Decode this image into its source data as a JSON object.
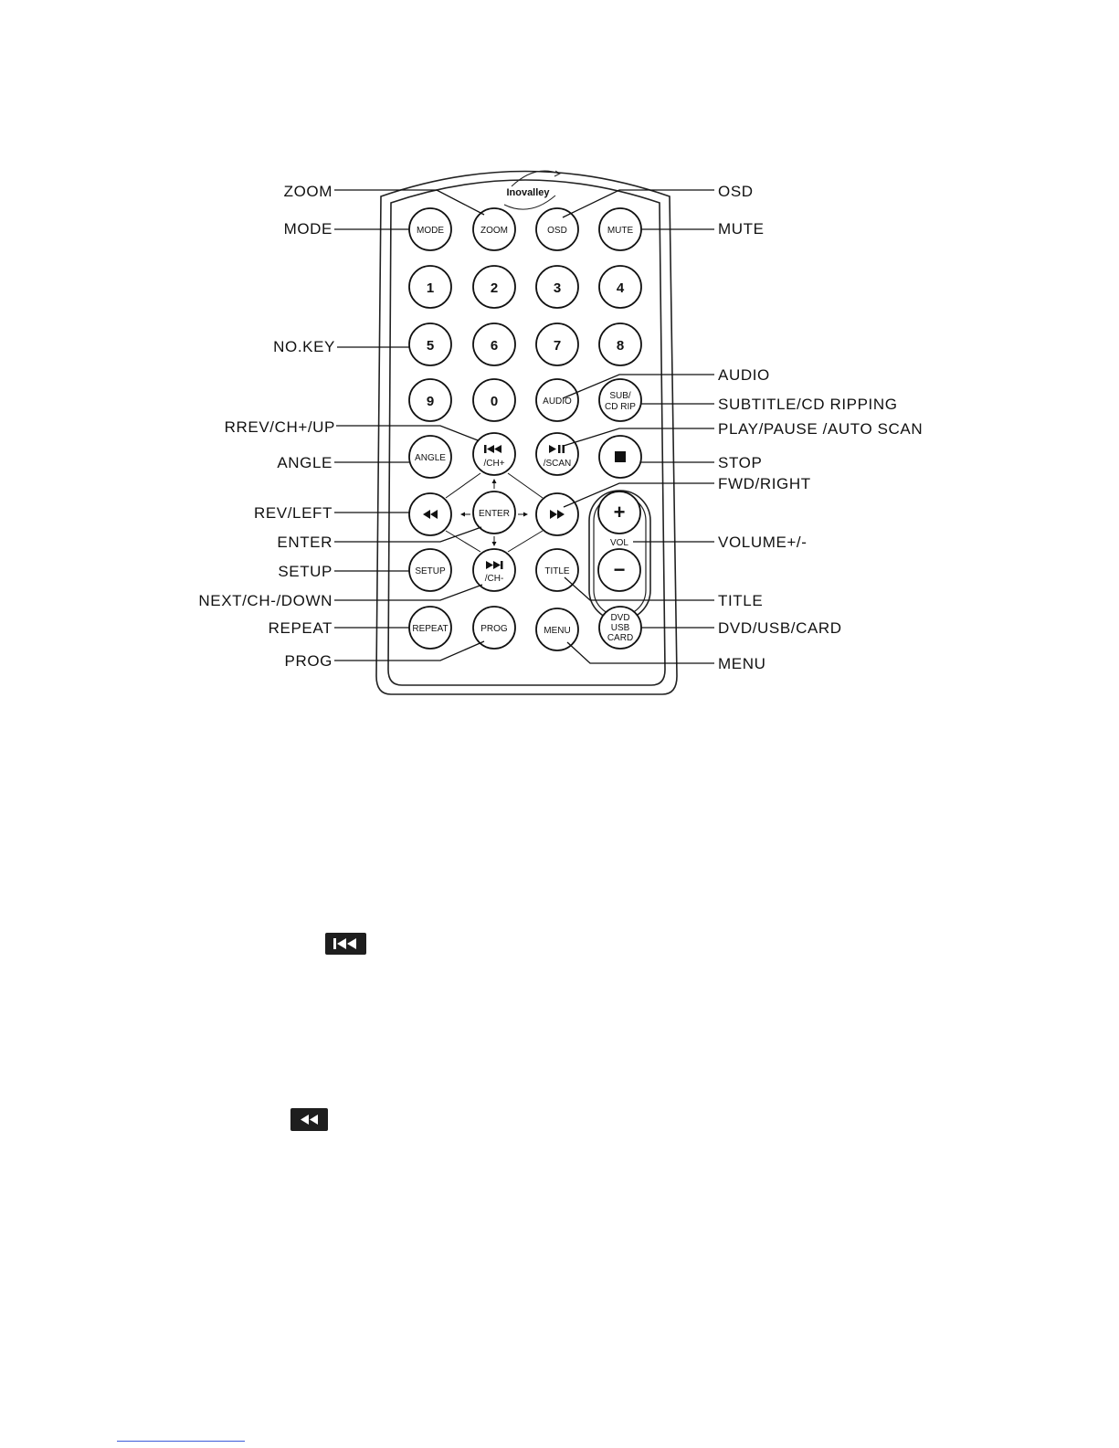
{
  "remote": {
    "brand": "Inovalley",
    "buttons": {
      "mode": "MODE",
      "zoom": "ZOOM",
      "osd": "OSD",
      "mute": "MUTE",
      "d1": "1",
      "d2": "2",
      "d3": "3",
      "d4": "4",
      "d5": "5",
      "d6": "6",
      "d7": "7",
      "d8": "8",
      "d9": "9",
      "d0": "0",
      "audio": "AUDIO",
      "sub_1": "SUB/",
      "sub_2": "CD RIP",
      "angle": "ANGLE",
      "prev_sub": "/CH+",
      "play_sub": "/SCAN",
      "enter": "ENTER",
      "setup": "SETUP",
      "next_sub": "/CH-",
      "title": "TITLE",
      "vol_plus": "+",
      "vol": "VOL",
      "vol_minus": "−",
      "repeat": "REPEAT",
      "prog": "PROG",
      "menu": "MENU",
      "src_1": "DVD",
      "src_2": "USB",
      "src_3": "CARD"
    }
  },
  "callouts": {
    "zoom": "ZOOM",
    "mode": "MODE",
    "nokey": "NO.KEY",
    "rrev": "RREV/CH+/UP",
    "angle": "ANGLE",
    "rev": "REV/LEFT",
    "enter": "ENTER",
    "setup": "SETUP",
    "next": "NEXT/CH-/DOWN",
    "repeat": "REPEAT",
    "prog": "PROG",
    "osd": "OSD",
    "mute": "MUTE",
    "audio": "AUDIO",
    "subtitle": "SUBTITLE/CD RIPPING",
    "play": "PLAY/PAUSE /AUTO SCAN",
    "stop": "STOP",
    "fwd": "FWD/RIGHT",
    "volume": "VOLUME+/-",
    "title": "TITLE",
    "dvd": "DVD/USB/CARD",
    "menu": "MENU"
  }
}
